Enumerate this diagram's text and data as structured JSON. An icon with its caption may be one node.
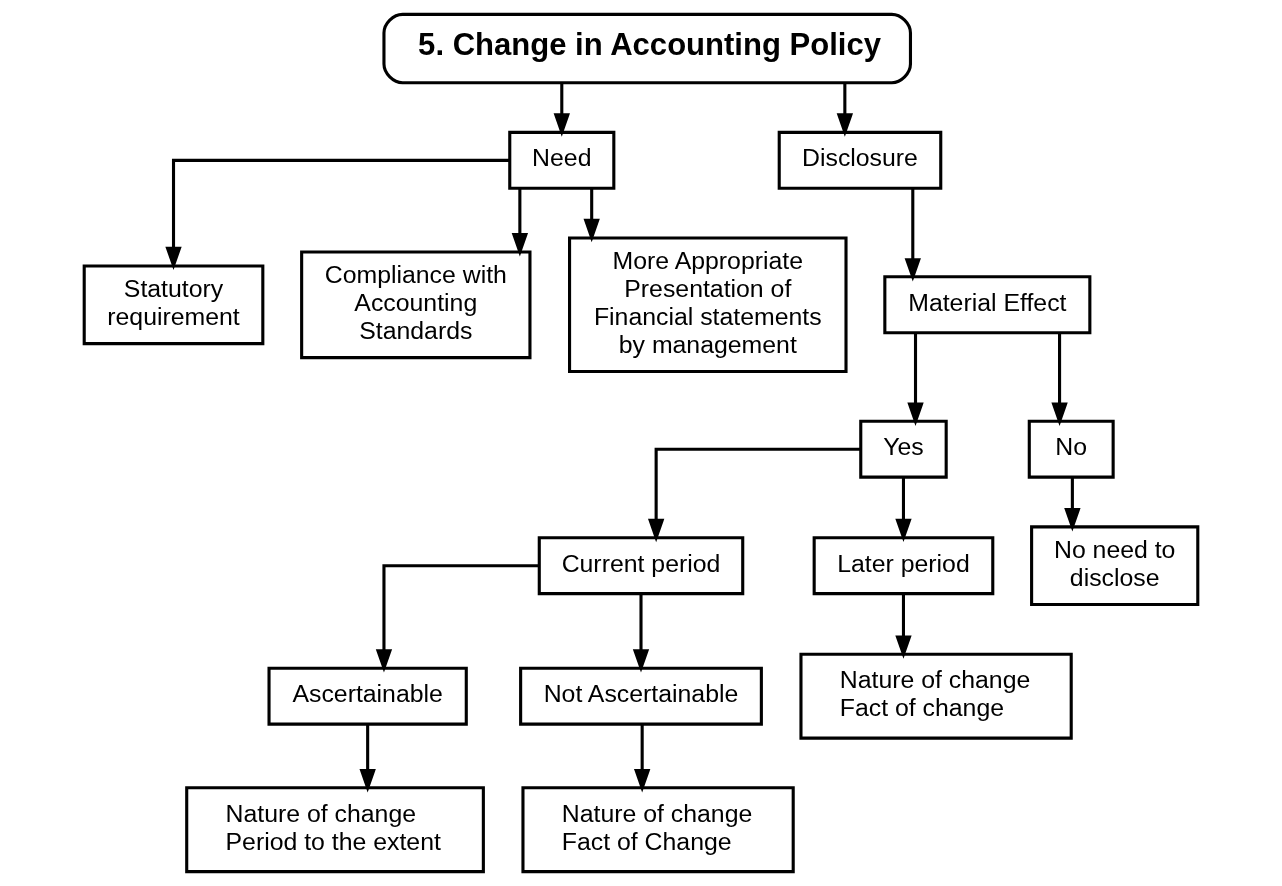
{
  "diagram": {
    "nodes": [
      {
        "text": [
          "5. Change in Accounting Policy"
        ]
      },
      {
        "text": [
          "Need"
        ]
      },
      {
        "text": [
          "Disclosure"
        ]
      },
      {
        "text": [
          "Statutory requirement"
        ]
      },
      {
        "text": [
          "Compliance with Accounting Standards"
        ]
      },
      {
        "text": [
          "More Appropriate Presentation of Financial statements by management"
        ]
      },
      {
        "text": [
          "Material Effect"
        ]
      },
      {
        "text": [
          "Yes"
        ]
      },
      {
        "text": [
          "No"
        ]
      },
      {
        "text": [
          "Current period"
        ]
      },
      {
        "text": [
          "Later period"
        ]
      },
      {
        "text": [
          "No need to disclose"
        ]
      },
      {
        "text": [
          "Ascertainable"
        ]
      },
      {
        "text": [
          "Not Ascertainable"
        ]
      },
      {
        "text": [
          "Nature of change",
          "Fact of change"
        ]
      },
      {
        "text": [
          "Nature of change",
          "Period to the extent"
        ]
      },
      {
        "text": [
          "Nature of change",
          "Fact of Change"
        ]
      }
    ],
    "edges": [
      {
        "from": 0,
        "to": 1,
        "arrow": "to"
      },
      {
        "from": 0,
        "to": 2,
        "arrow": "to"
      },
      {
        "from": 1,
        "to": 3,
        "arrow": "to"
      },
      {
        "from": 1,
        "to": 4,
        "arrow": "to"
      },
      {
        "from": 1,
        "to": 5,
        "arrow": "to"
      },
      {
        "from": 2,
        "to": 6,
        "arrow": "to"
      },
      {
        "from": 6,
        "to": 7,
        "arrow": "to"
      },
      {
        "from": 6,
        "to": 8,
        "arrow": "to"
      },
      {
        "from": 7,
        "to": 9,
        "arrow": "to"
      },
      {
        "from": 7,
        "to": 10,
        "arrow": "to"
      },
      {
        "from": 8,
        "to": 11,
        "arrow": "to"
      },
      {
        "from": 9,
        "to": 12,
        "arrow": "to"
      },
      {
        "from": 9,
        "to": 13,
        "arrow": "to"
      },
      {
        "from": 10,
        "to": 14,
        "arrow": "to"
      },
      {
        "from": 12,
        "to": 15,
        "arrow": "to"
      },
      {
        "from": 13,
        "to": 16,
        "arrow": "to"
      }
    ]
  }
}
